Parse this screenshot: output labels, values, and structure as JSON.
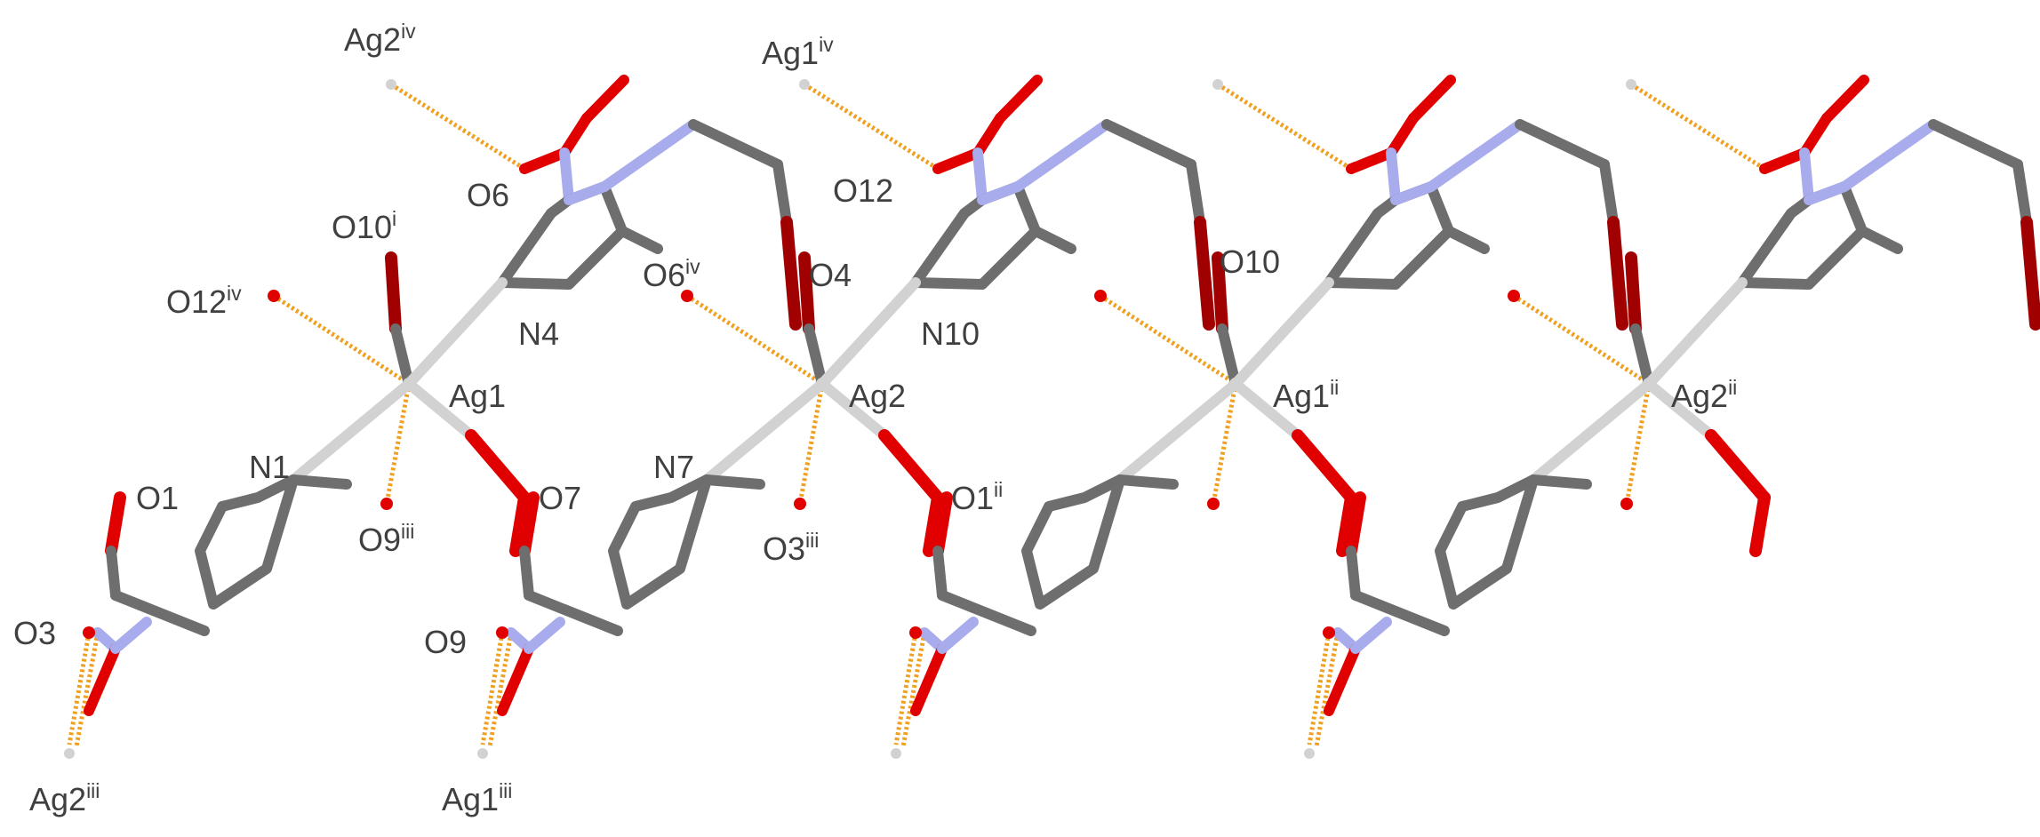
{
  "diagram": {
    "type": "crystal-structure-chain",
    "colors": {
      "background": "#ffffff",
      "carbon": "#6e6e6e",
      "nitrogen": "#a8acec",
      "oxygen": "#e00000",
      "oxygen_dark": "#a00000",
      "silver": "#d2d2d2",
      "contact": "#f0a020",
      "label": "#404040"
    },
    "labels": {
      "ag2_iv": {
        "text": "Ag2",
        "sup": "iv"
      },
      "ag1_iv": {
        "text": "Ag1",
        "sup": "iv"
      },
      "o6": {
        "text": "O6",
        "sup": ""
      },
      "o12": {
        "text": "O12",
        "sup": ""
      },
      "o10_i": {
        "text": "O10",
        "sup": "i"
      },
      "o12_iv": {
        "text": "O12",
        "sup": "iv"
      },
      "o6_iv": {
        "text": "O6",
        "sup": "iv"
      },
      "o4": {
        "text": "O4",
        "sup": ""
      },
      "o10": {
        "text": "O10",
        "sup": ""
      },
      "n4": {
        "text": "N4",
        "sup": ""
      },
      "n10": {
        "text": "N10",
        "sup": ""
      },
      "ag1": {
        "text": "Ag1",
        "sup": ""
      },
      "ag2": {
        "text": "Ag2",
        "sup": ""
      },
      "ag1_ii": {
        "text": "Ag1",
        "sup": "ii"
      },
      "ag2_ii": {
        "text": "Ag2",
        "sup": "ii"
      },
      "n1": {
        "text": "N1",
        "sup": ""
      },
      "n7": {
        "text": "N7",
        "sup": ""
      },
      "o1": {
        "text": "O1",
        "sup": ""
      },
      "o7": {
        "text": "O7",
        "sup": ""
      },
      "o1_ii": {
        "text": "O1",
        "sup": "ii"
      },
      "o9_iii": {
        "text": "O9",
        "sup": "iii"
      },
      "o3_iii": {
        "text": "O3",
        "sup": "iii"
      },
      "o3": {
        "text": "O3",
        "sup": ""
      },
      "o9": {
        "text": "O9",
        "sup": ""
      },
      "ag2_iii": {
        "text": "Ag2",
        "sup": "iii"
      },
      "ag1_iii": {
        "text": "Ag1",
        "sup": "iii"
      }
    }
  }
}
